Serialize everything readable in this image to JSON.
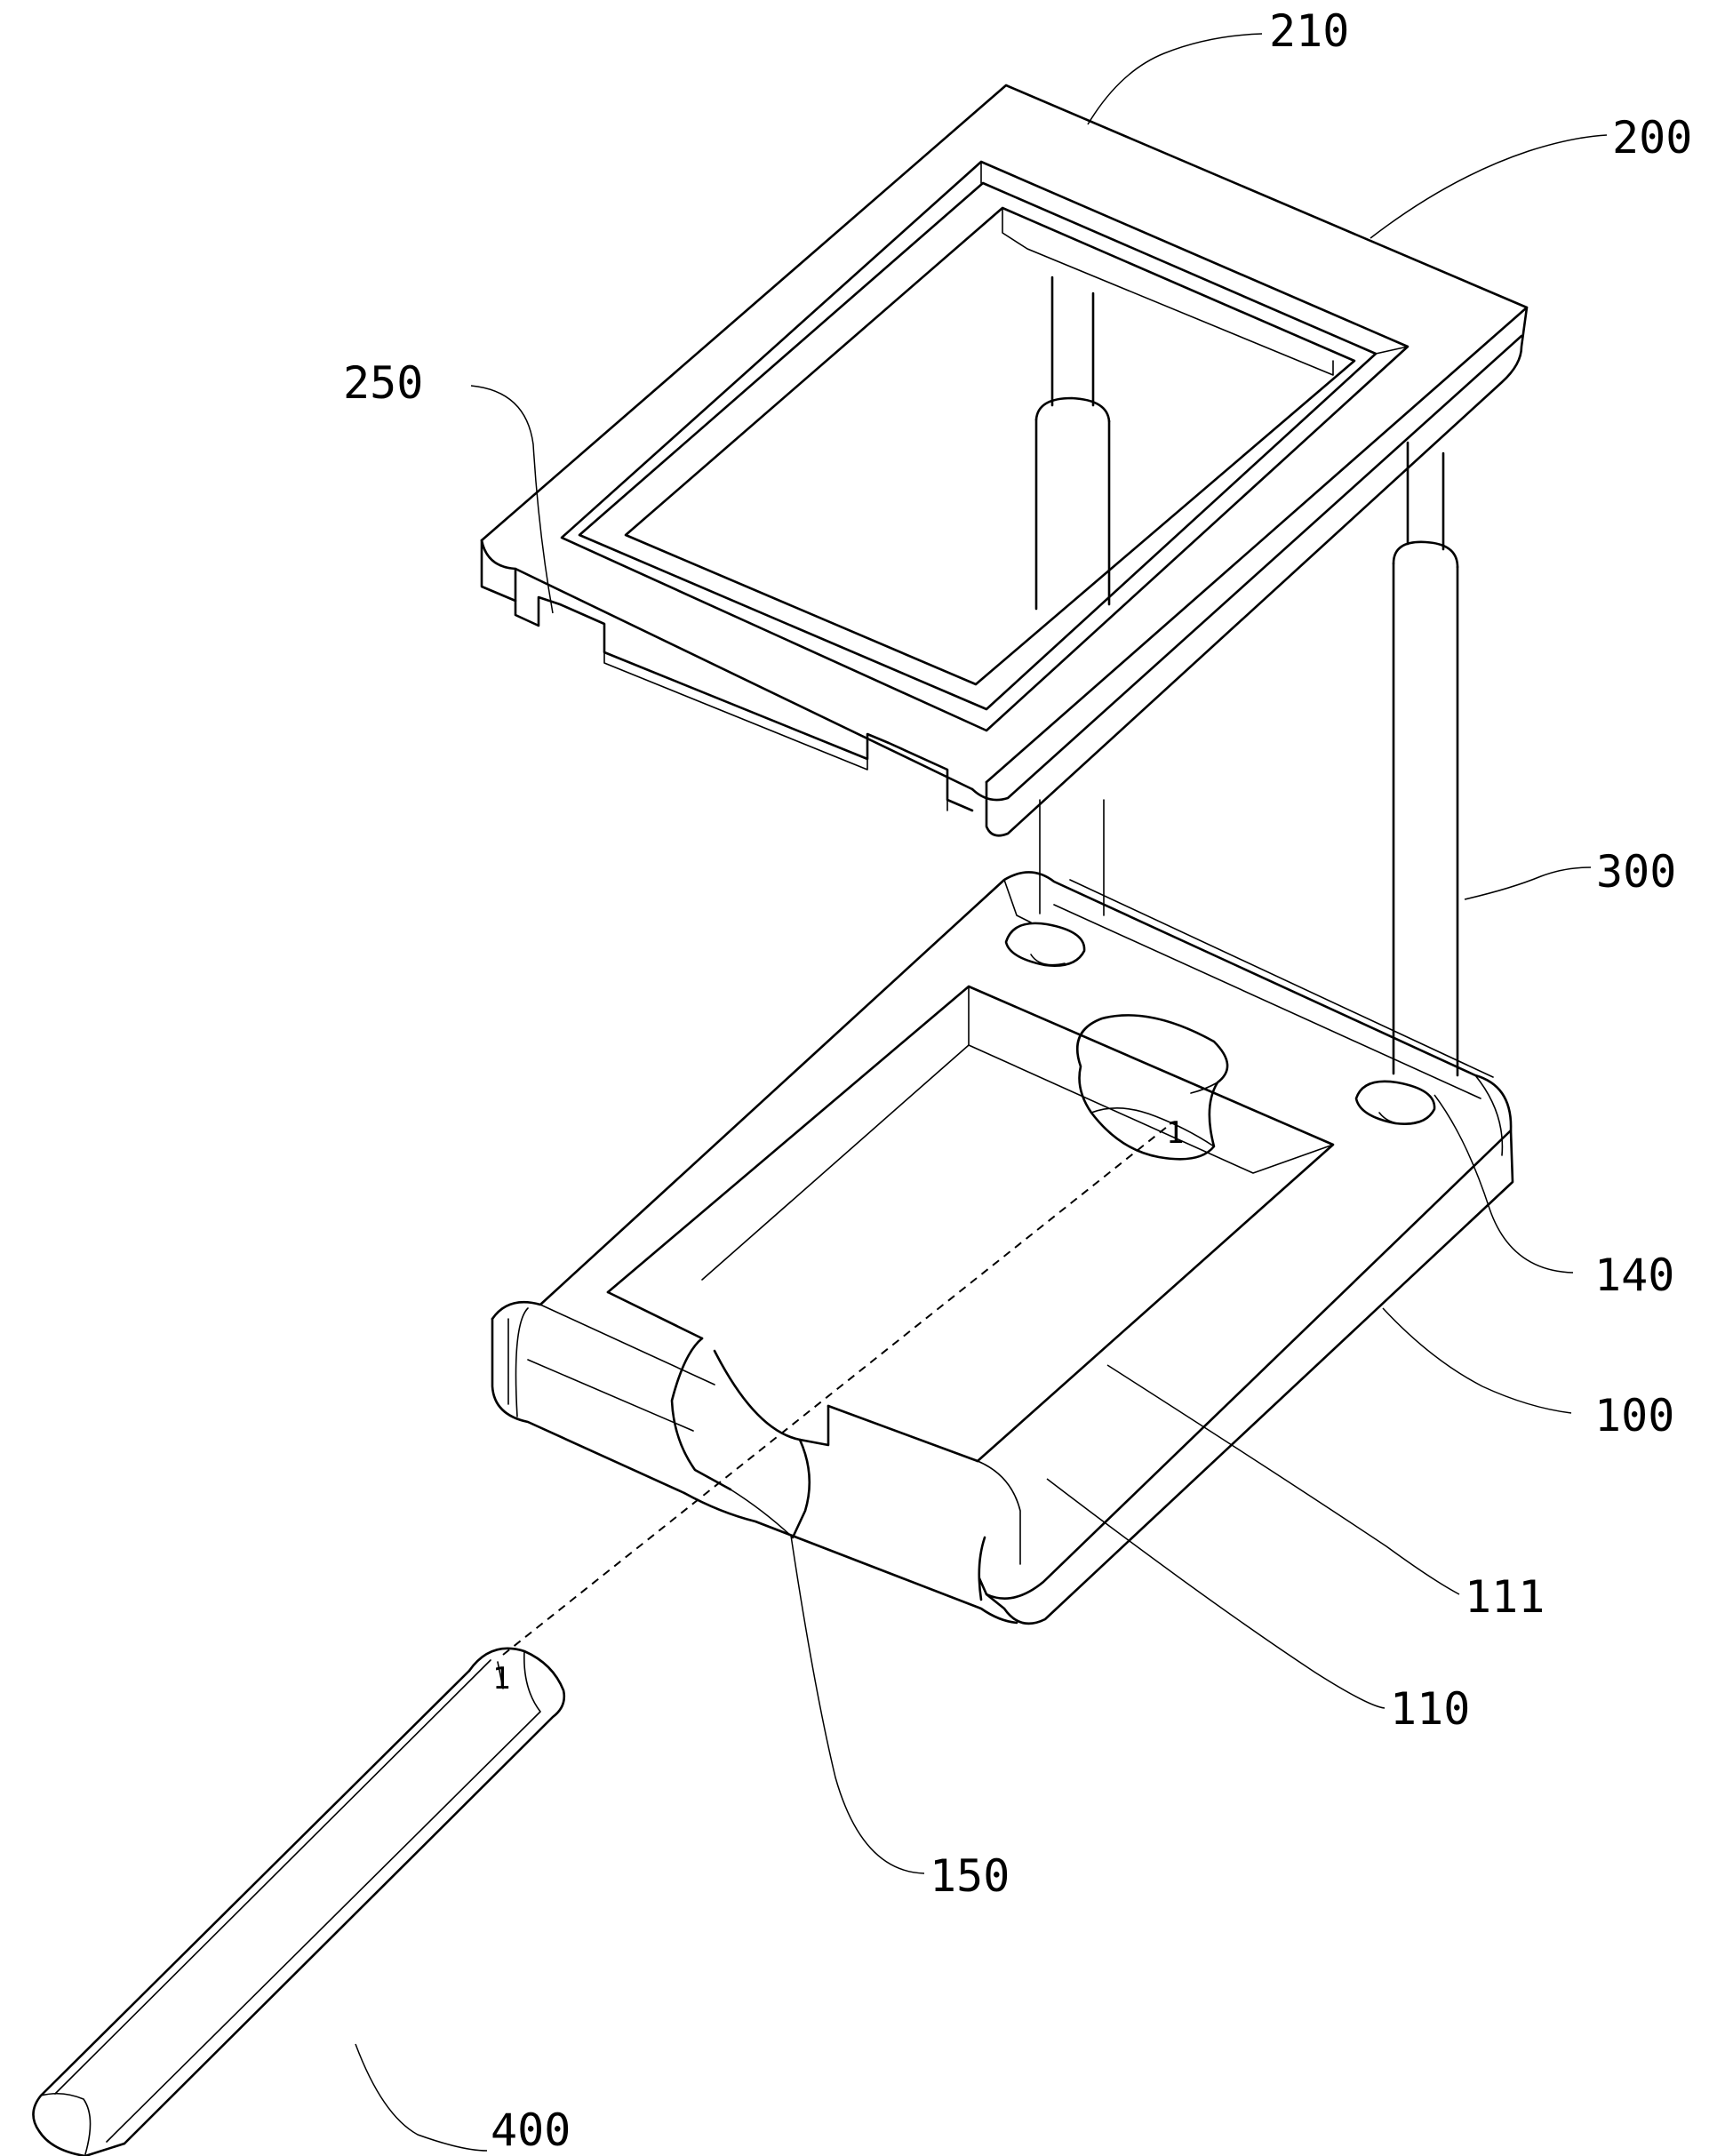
{
  "figure": {
    "labels": {
      "frame_top": "210",
      "frame": "200",
      "rail": "250",
      "rods": "300",
      "socket": "140",
      "base": "100",
      "recess_floor": "111",
      "recess": "110",
      "notch": "150",
      "pen": "400"
    }
  }
}
